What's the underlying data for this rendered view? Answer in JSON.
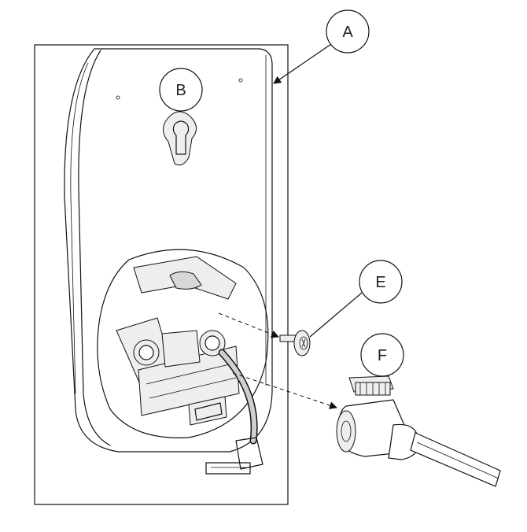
{
  "callouts": {
    "a": "A",
    "b": "B",
    "e": "E",
    "f": "F"
  },
  "icons": [
    "lock-cylinder-icon",
    "screw-icon",
    "wire-harness-icon",
    "keyhole-slot-icon"
  ]
}
